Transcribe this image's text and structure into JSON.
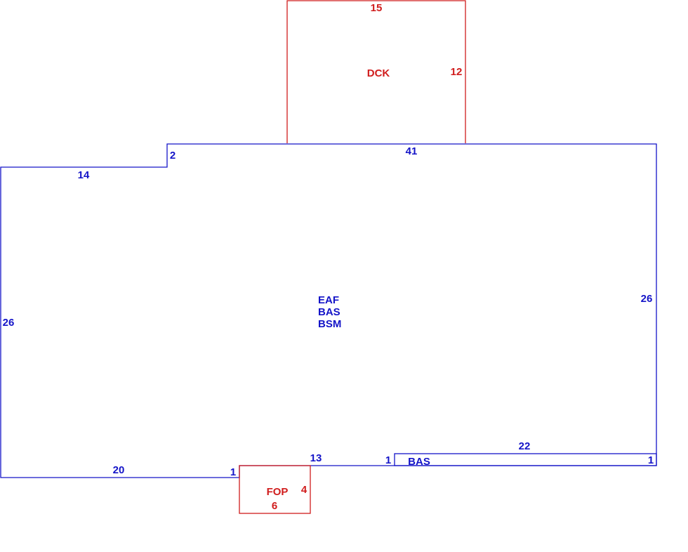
{
  "colors": {
    "main": "#1414c8",
    "accent": "#d01c1c"
  },
  "deck": {
    "code": "DCK",
    "width": "15",
    "depth": "12"
  },
  "house": {
    "codes": [
      "EAF",
      "BAS",
      "BSM"
    ],
    "dims": {
      "top_right": "41",
      "step": "2",
      "top_left": "14",
      "left": "26",
      "right": "26",
      "bottom_left": "20",
      "offset_left": "1",
      "bottom_middle": "13",
      "offset_middle": "1"
    }
  },
  "bas_strip": {
    "code": "BAS",
    "length": "22",
    "height": "1"
  },
  "porch": {
    "code": "FOP",
    "width": "6",
    "depth": "4"
  }
}
